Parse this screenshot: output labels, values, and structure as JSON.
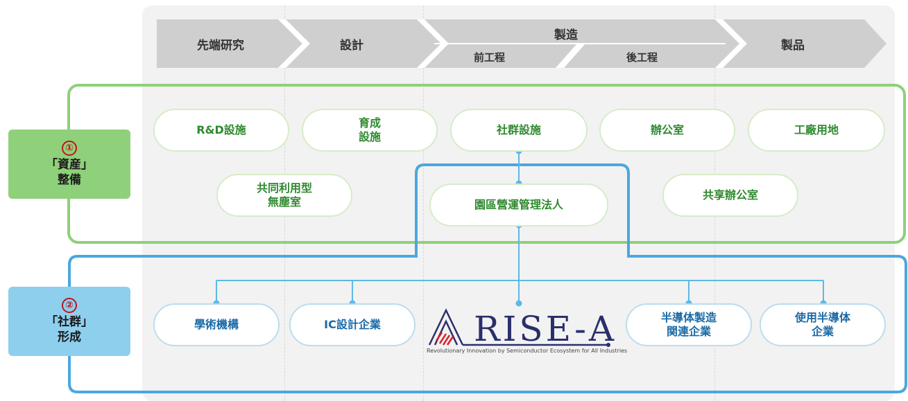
{
  "stages": [
    {
      "label": "先端研究"
    },
    {
      "label": "設計"
    },
    {
      "label": "製造",
      "sub": [
        "前工程",
        "後工程"
      ]
    },
    {
      "label": "製品"
    }
  ],
  "side_labels": [
    {
      "num": "①",
      "line1": "「資産」",
      "line2": "整備",
      "color": "#8fd07a"
    },
    {
      "num": "②",
      "line1": "「社群」",
      "line2": "形成",
      "color": "#8ecfee"
    }
  ],
  "green_nodes": [
    "R&D設施",
    "育成\n設施",
    "社群設施",
    "辦公室",
    "工廠用地",
    "共同利用型\n無塵室",
    "共享辦公室"
  ],
  "center_node": "園區營運管理法人",
  "blue_nodes": [
    "學術機構",
    "IC設計企業",
    "半導体製造\n関連企業",
    "使用半導体\n企業"
  ],
  "logo": {
    "word": "RISE-A",
    "tagline": "Revolutionary Innovation by Semiconductor Ecosystem for All Industries"
  },
  "colors": {
    "green": "#8fd07a",
    "blue": "#4aa8dc",
    "connector": "#5cb8e6"
  }
}
